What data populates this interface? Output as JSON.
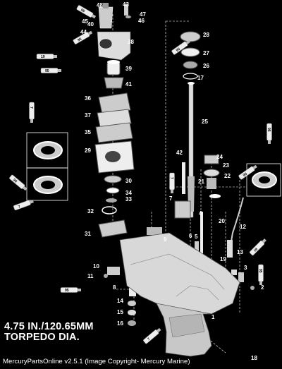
{
  "diagram": {
    "caption_line1": "4.75 IN./120.65MM",
    "caption_line2": "TORPEDO DIA.",
    "footer": "MercuryPartsOnline v2.5.1 (Image Copyright- Mercury Marine)",
    "callouts": [
      "1",
      "2",
      "3",
      "4",
      "5",
      "6",
      "7",
      "8",
      "9",
      "10",
      "11",
      "12",
      "13",
      "14",
      "15",
      "16",
      "17",
      "18",
      "19",
      "20",
      "21",
      "22",
      "23",
      "24",
      "25",
      "26",
      "27",
      "28",
      "29",
      "30",
      "31",
      "32",
      "33",
      "34",
      "35",
      "36",
      "37",
      "38",
      "39",
      "40",
      "41",
      "42",
      "43",
      "44",
      "45",
      "46",
      "47",
      "48",
      "95",
      "19",
      "7",
      "95",
      "7",
      "95",
      "95",
      "95",
      "95",
      "95",
      "7",
      "95",
      "95"
    ],
    "tube_labels": [
      "95",
      "19",
      "95",
      "7",
      "95",
      "7",
      "95",
      "95",
      "95",
      "7",
      "95",
      "95",
      "19",
      "95",
      "7"
    ]
  }
}
